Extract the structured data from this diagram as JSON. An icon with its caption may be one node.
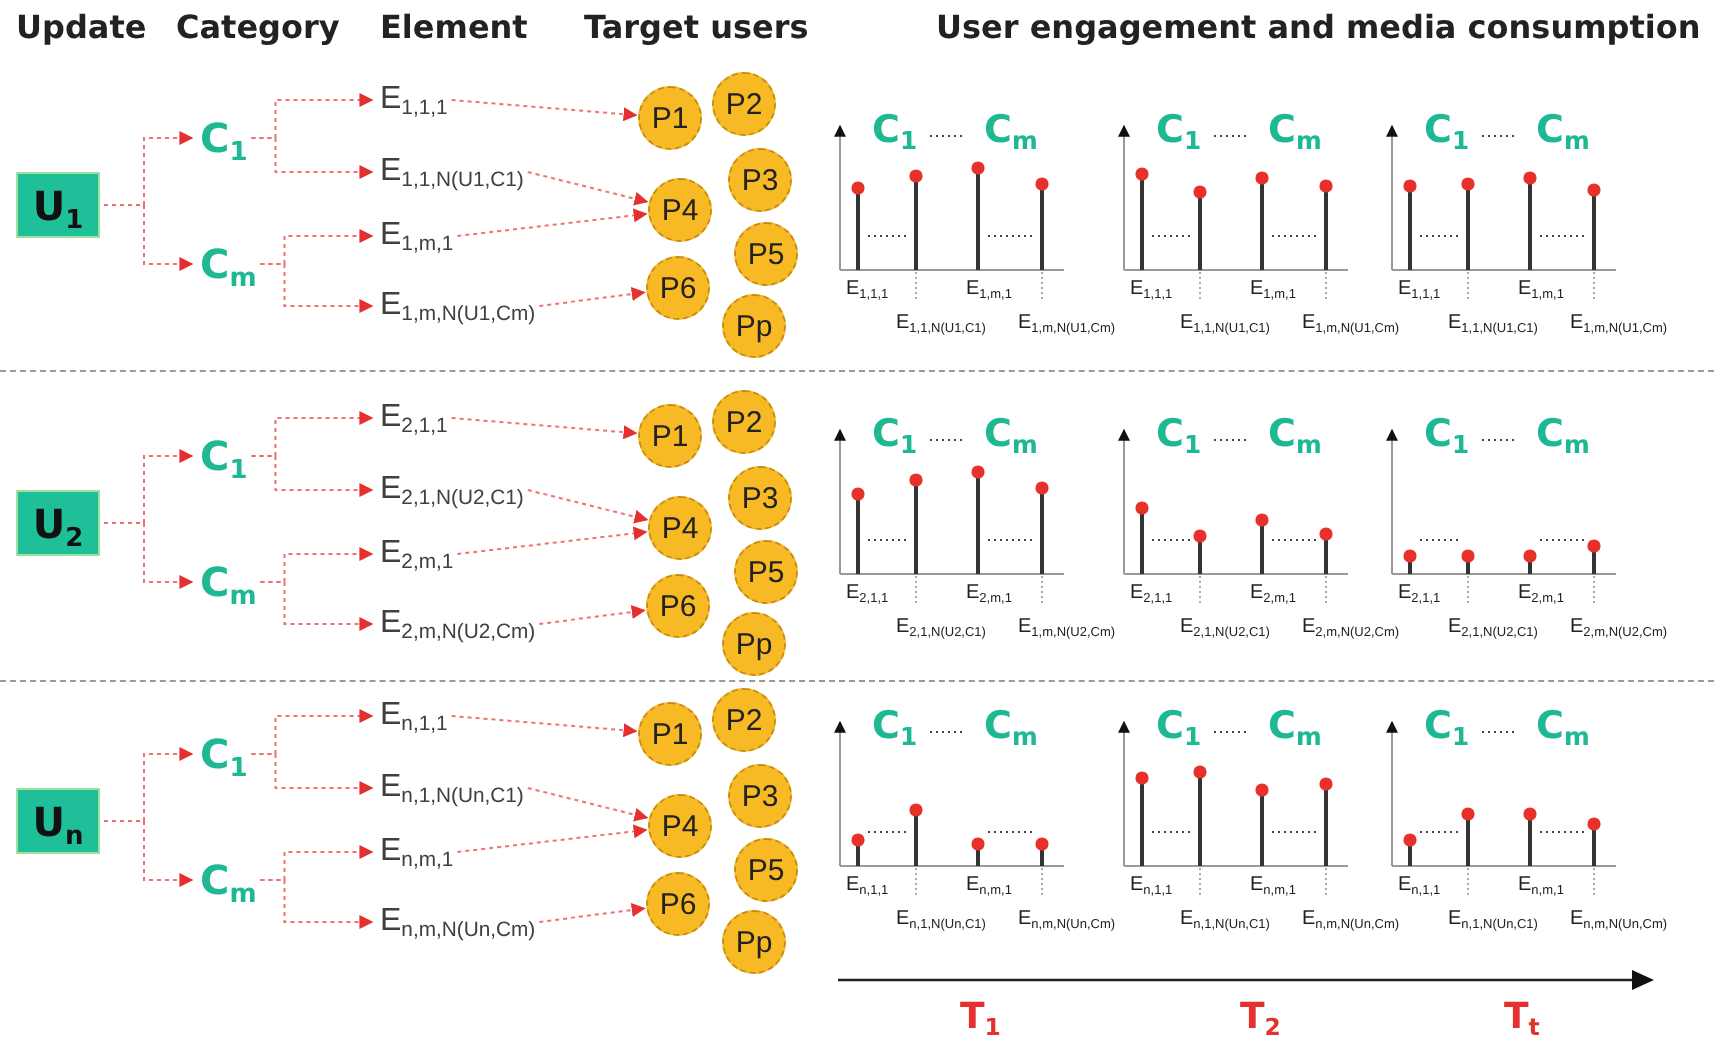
{
  "diagram": {
    "nodes": [
      {
        "text": [
          "U$_{1}$"
        ]
      },
      {
        "text": [
          "C$_{1}$"
        ]
      },
      {
        "text": [
          "C$_{m}$"
        ]
      },
      {
        "text": [
          "E$_{1,1,1}$"
        ]
      },
      {
        "text": [
          "E$_{1,1,N(U1,C1)}$"
        ]
      },
      {
        "text": [
          "E$_{1,m,1}$"
        ]
      },
      {
        "text": [
          "E$_{1,m,N(U1,Cm)}$"
        ]
      },
      {
        "text": [
          "P1"
        ]
      },
      {
        "text": [
          "P2"
        ]
      },
      {
        "text": [
          "P3"
        ]
      },
      {
        "text": [
          "P4"
        ]
      },
      {
        "text": [
          "P5"
        ]
      },
      {
        "text": [
          "P6"
        ]
      },
      {
        "text": [
          "Pp"
        ]
      },
      {
        "text": [
          "U$_{2}$"
        ]
      },
      {
        "text": [
          "C$_{1}$"
        ]
      },
      {
        "text": [
          "C$_{m}$"
        ]
      },
      {
        "text": [
          "E$_{2,1,1}$"
        ]
      },
      {
        "text": [
          "E$_{2,1,N(U2,C1)}$"
        ]
      },
      {
        "text": [
          "E$_{2,m,1}$"
        ]
      },
      {
        "text": [
          "E$_{2,m,N(U2,Cm)}$"
        ]
      },
      {
        "text": [
          "P1"
        ]
      },
      {
        "text": [
          "P2"
        ]
      },
      {
        "text": [
          "P3"
        ]
      },
      {
        "text": [
          "P4"
        ]
      },
      {
        "text": [
          "P5"
        ]
      },
      {
        "text": [
          "P6"
        ]
      },
      {
        "text": [
          "Pp"
        ]
      },
      {
        "text": [
          "U$_{n}$"
        ]
      },
      {
        "text": [
          "C$_{1}$"
        ]
      },
      {
        "text": [
          "C$_{m}$"
        ]
      },
      {
        "text": [
          "E$_{n,1,1}$"
        ]
      },
      {
        "text": [
          "E$_{n,1,N(Un,C1)}$"
        ]
      },
      {
        "text": [
          "E$_{n,m,1}$"
        ]
      },
      {
        "text": [
          "E$_{n,m,N(Un,Cm)}$"
        ]
      },
      {
        "text": [
          "P1"
        ]
      },
      {
        "text": [
          "P2"
        ]
      },
      {
        "text": [
          "P3"
        ]
      },
      {
        "text": [
          "P4"
        ]
      },
      {
        "text": [
          "P5"
        ]
      },
      {
        "text": [
          "P6"
        ]
      },
      {
        "text": [
          "Pp"
        ]
      }
    ],
    "edges": [
      {
        "from": 0,
        "to": 1,
        "arrow": "to"
      },
      {
        "from": 0,
        "to": 2,
        "arrow": "to"
      },
      {
        "from": 1,
        "to": 3,
        "arrow": "to"
      },
      {
        "from": 1,
        "to": 4,
        "arrow": "to"
      },
      {
        "from": 2,
        "to": 5,
        "arrow": "to"
      },
      {
        "from": 2,
        "to": 6,
        "arrow": "to"
      },
      {
        "from": 3,
        "to": 7,
        "arrow": "to"
      },
      {
        "from": 4,
        "to": 10,
        "arrow": "to"
      },
      {
        "from": 5,
        "to": 10,
        "arrow": "to"
      },
      {
        "from": 6,
        "to": 12,
        "arrow": "to"
      },
      {
        "from": 14,
        "to": 15,
        "arrow": "to"
      },
      {
        "from": 14,
        "to": 16,
        "arrow": "to"
      },
      {
        "from": 15,
        "to": 17,
        "arrow": "to"
      },
      {
        "from": 15,
        "to": 18,
        "arrow": "to"
      },
      {
        "from": 16,
        "to": 19,
        "arrow": "to"
      },
      {
        "from": 16,
        "to": 20,
        "arrow": "to"
      },
      {
        "from": 17,
        "to": 21,
        "arrow": "to"
      },
      {
        "from": 18,
        "to": 24,
        "arrow": "to"
      },
      {
        "from": 19,
        "to": 24,
        "arrow": "to"
      },
      {
        "from": 20,
        "to": 26,
        "arrow": "to"
      },
      {
        "from": 28,
        "to": 29,
        "arrow": "to"
      },
      {
        "from": 28,
        "to": 30,
        "arrow": "to"
      },
      {
        "from": 29,
        "to": 31,
        "arrow": "to"
      },
      {
        "from": 29,
        "to": 32,
        "arrow": "to"
      },
      {
        "from": 30,
        "to": 33,
        "arrow": "to"
      },
      {
        "from": 30,
        "to": 34,
        "arrow": "to"
      },
      {
        "from": 31,
        "to": 35,
        "arrow": "to"
      },
      {
        "from": 32,
        "to": 38,
        "arrow": "to"
      },
      {
        "from": 33,
        "to": 38,
        "arrow": "to"
      },
      {
        "from": 34,
        "to": 40,
        "arrow": "to"
      }
    ],
    "labels": [
      "Update",
      "Category",
      "Element",
      "Target users",
      "User  engagement and media consumption",
      "C$_{1}$",
      "C$_{m}$",
      "E$_{1,1,1}$",
      "E$_{1,m,1}$",
      "E$_{1,1,N(U1,C1)}$",
      "E$_{1,m,N(U1,Cm)}$",
      "C$_{1}$",
      "C$_{m}$",
      "E$_{1,1,1}$",
      "E$_{1,m,1}$",
      "E$_{1,1,N(U1,C1)}$",
      "E$_{1,m,N(U1,Cm)}$",
      "C$_{1}$",
      "C$_{m}$",
      "E$_{1,1,1}$",
      "E$_{1,m,1}$",
      "E$_{1,1,N(U1,C1)}$",
      "E$_{1,m,N(U1,Cm)}$",
      "C$_{1}$",
      "C$_{m}$",
      "E$_{2,1,1}$",
      "E$_{2,m,1}$",
      "E$_{2,1,N(U2,C1)}$",
      "E$_{1,m,N(U2,Cm)}$",
      "C$_{1}$",
      "C$_{m}$",
      "E$_{2,1,1}$",
      "E$_{2,m,1}$",
      "E$_{2,1,N(U2,C1)}$",
      "E$_{2,m,N(U2,Cm)}$",
      "C$_{1}$",
      "C$_{m}$",
      "E$_{2,1,1}$",
      "E$_{2,m,1}$",
      "E$_{2,1,N(U2,C1)}$",
      "E$_{2,m,N(U2,Cm)}$",
      "C$_{1}$",
      "C$_{m}$",
      "E$_{n,1,1}$",
      "E$_{n,m,1}$",
      "E$_{n,1,N(Un,C1)}$",
      "E$_{n,m,N(Un,Cm)}$",
      "C$_{1}$",
      "C$_{m}$",
      "E$_{n,1,1}$",
      "E$_{n,m,1}$",
      "E$_{n,1,N(Un,C1)}$",
      "E$_{n,m,N(Un,Cm)}$",
      "C$_{1}$",
      "C$_{m}$",
      "E$_{n,1,1}$",
      "E$_{n,m,1}$",
      "E$_{n,1,N(Un,C1)}$",
      "E$_{n,m,N(Un,Cm)}$",
      "T$_{1}$",
      "T$_{2}$",
      "T$_{t}$"
    ]
  }
}
